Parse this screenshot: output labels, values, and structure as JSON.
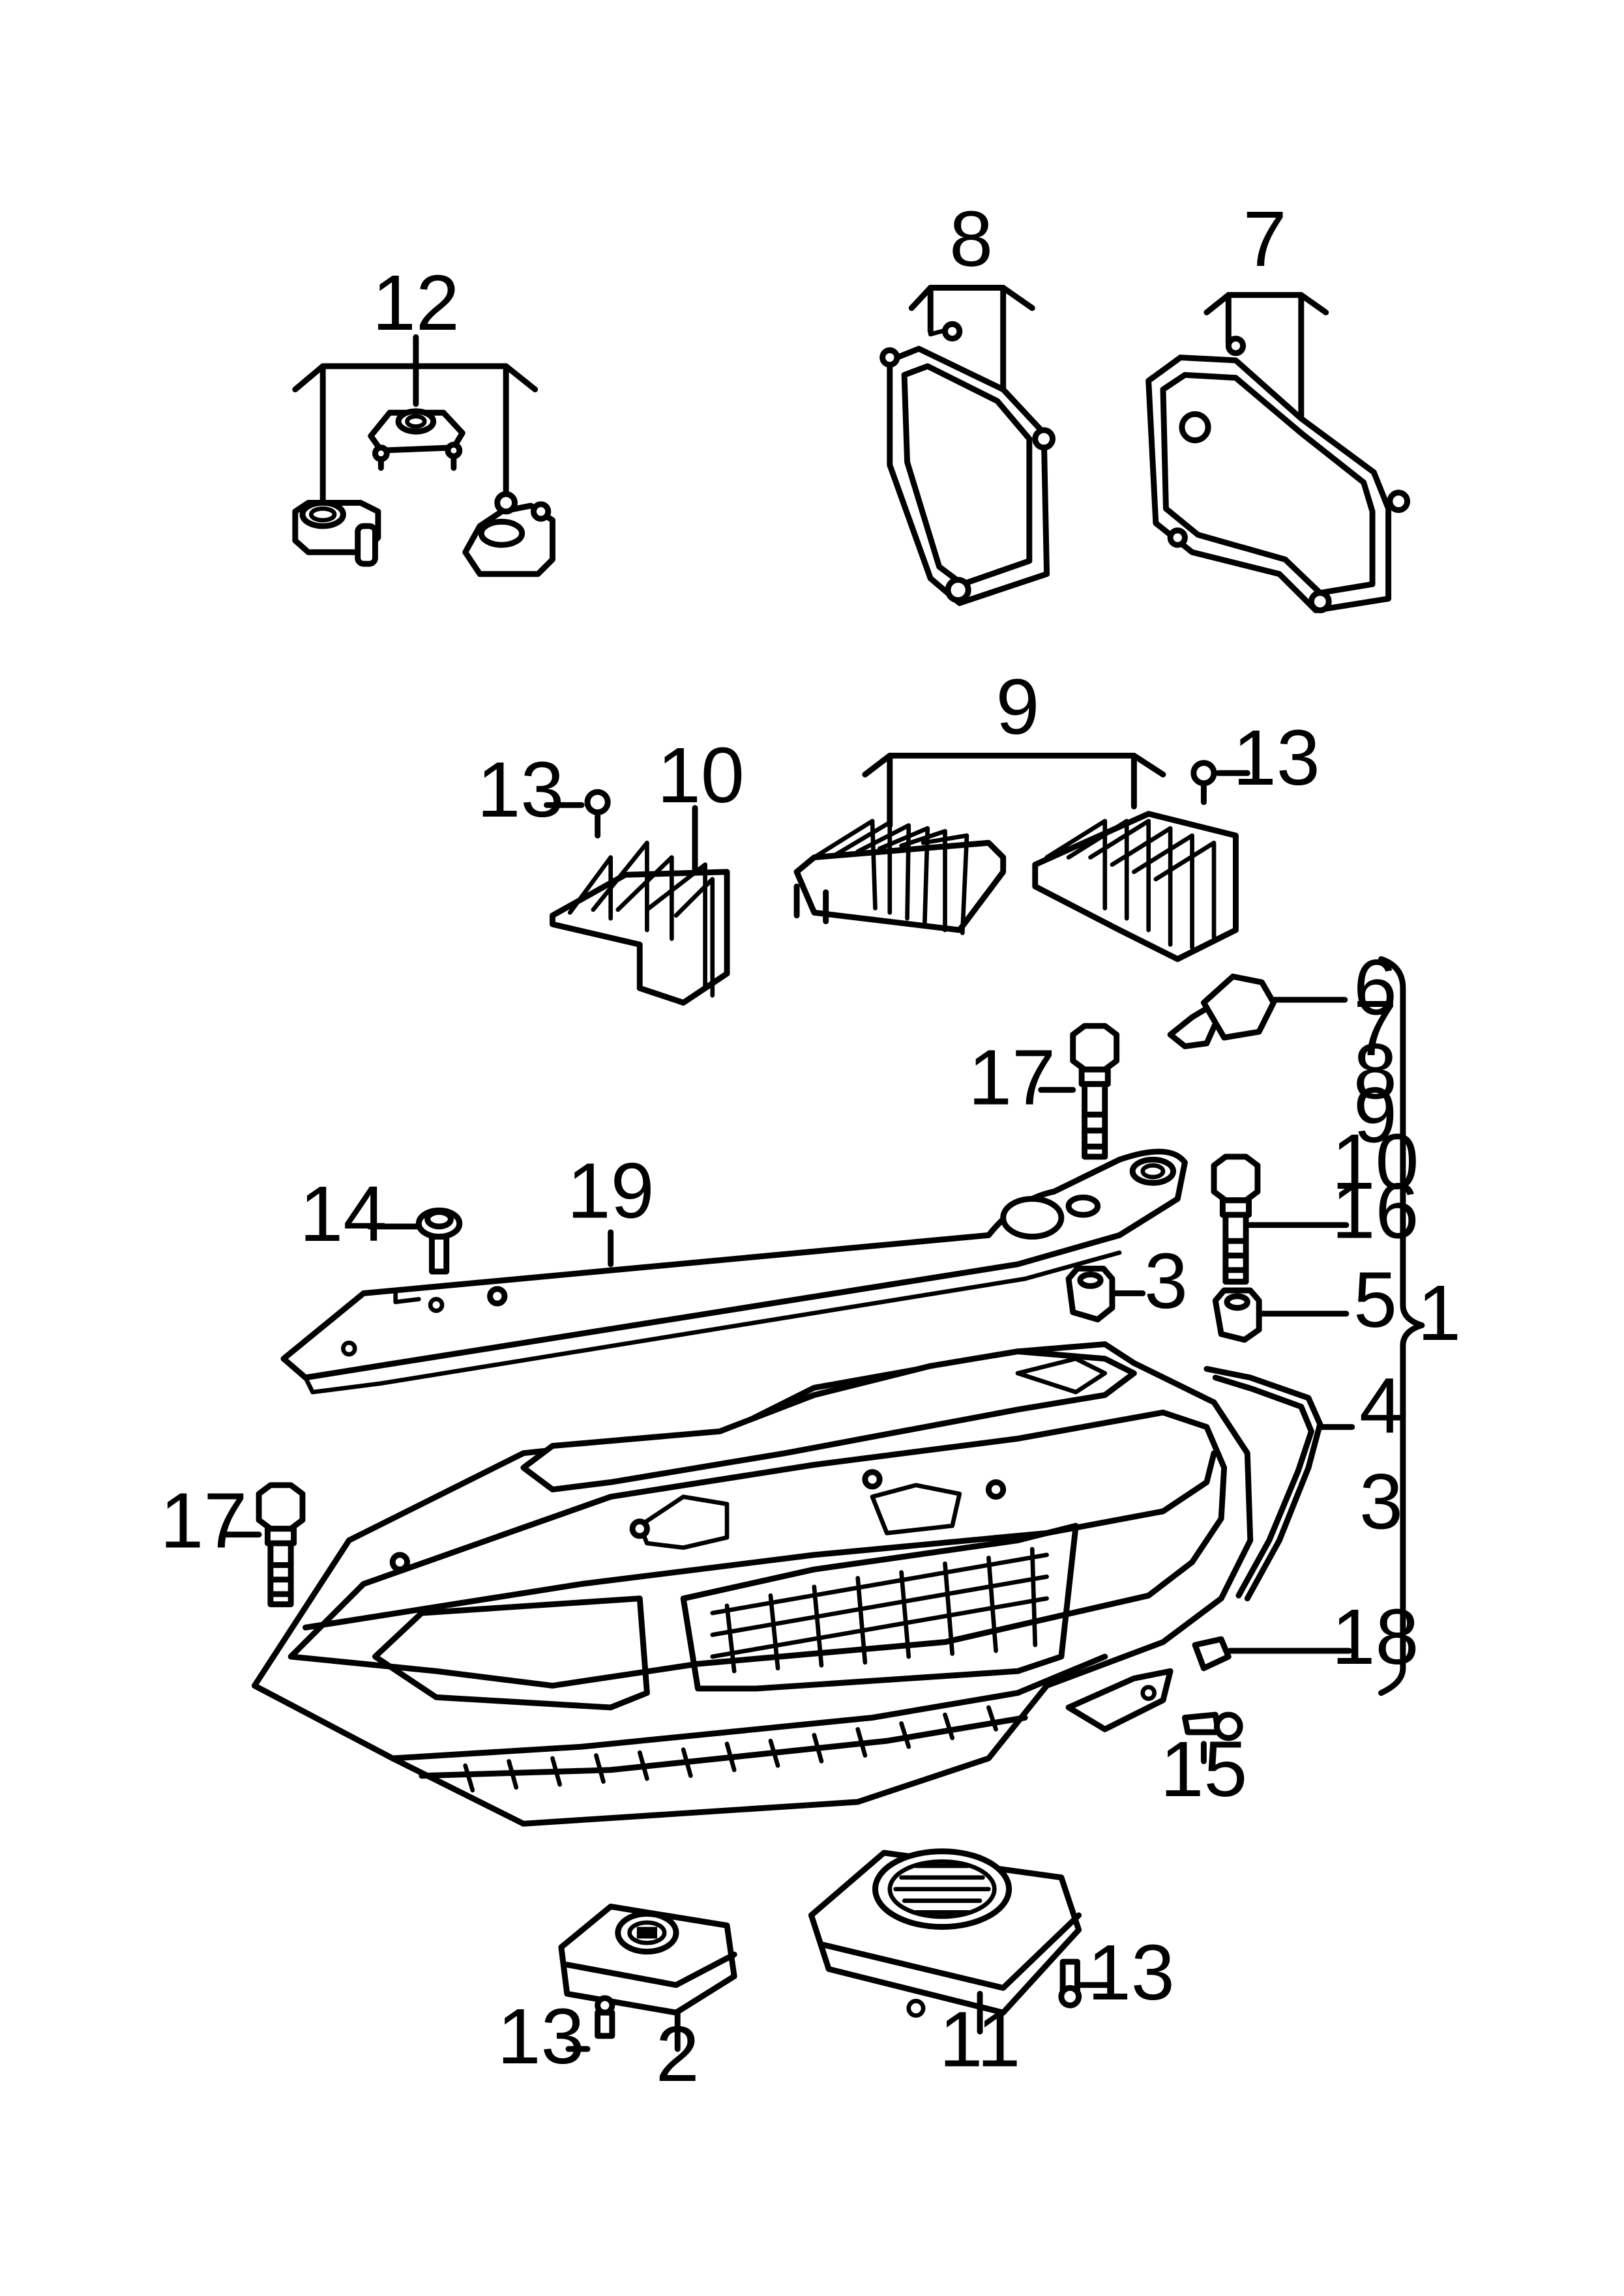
{
  "diagram": {
    "labels": {
      "l1": "1",
      "l2": "2",
      "l3a": "3",
      "l3b": "3",
      "l4": "4",
      "l5": "5",
      "l6": "6",
      "l7a": "7",
      "l7b": "7",
      "l8a": "8",
      "l8b": "8",
      "l9a": "9",
      "l9b": "9",
      "l10a": "10",
      "l10b": "10",
      "l11": "11",
      "l12": "12",
      "l13a": "13",
      "l13b": "13",
      "l13c": "13",
      "l13d": "13",
      "l14": "14",
      "l15": "15",
      "l16": "16",
      "l17a": "17",
      "l17b": "17",
      "l18": "18",
      "l19": "19"
    }
  }
}
